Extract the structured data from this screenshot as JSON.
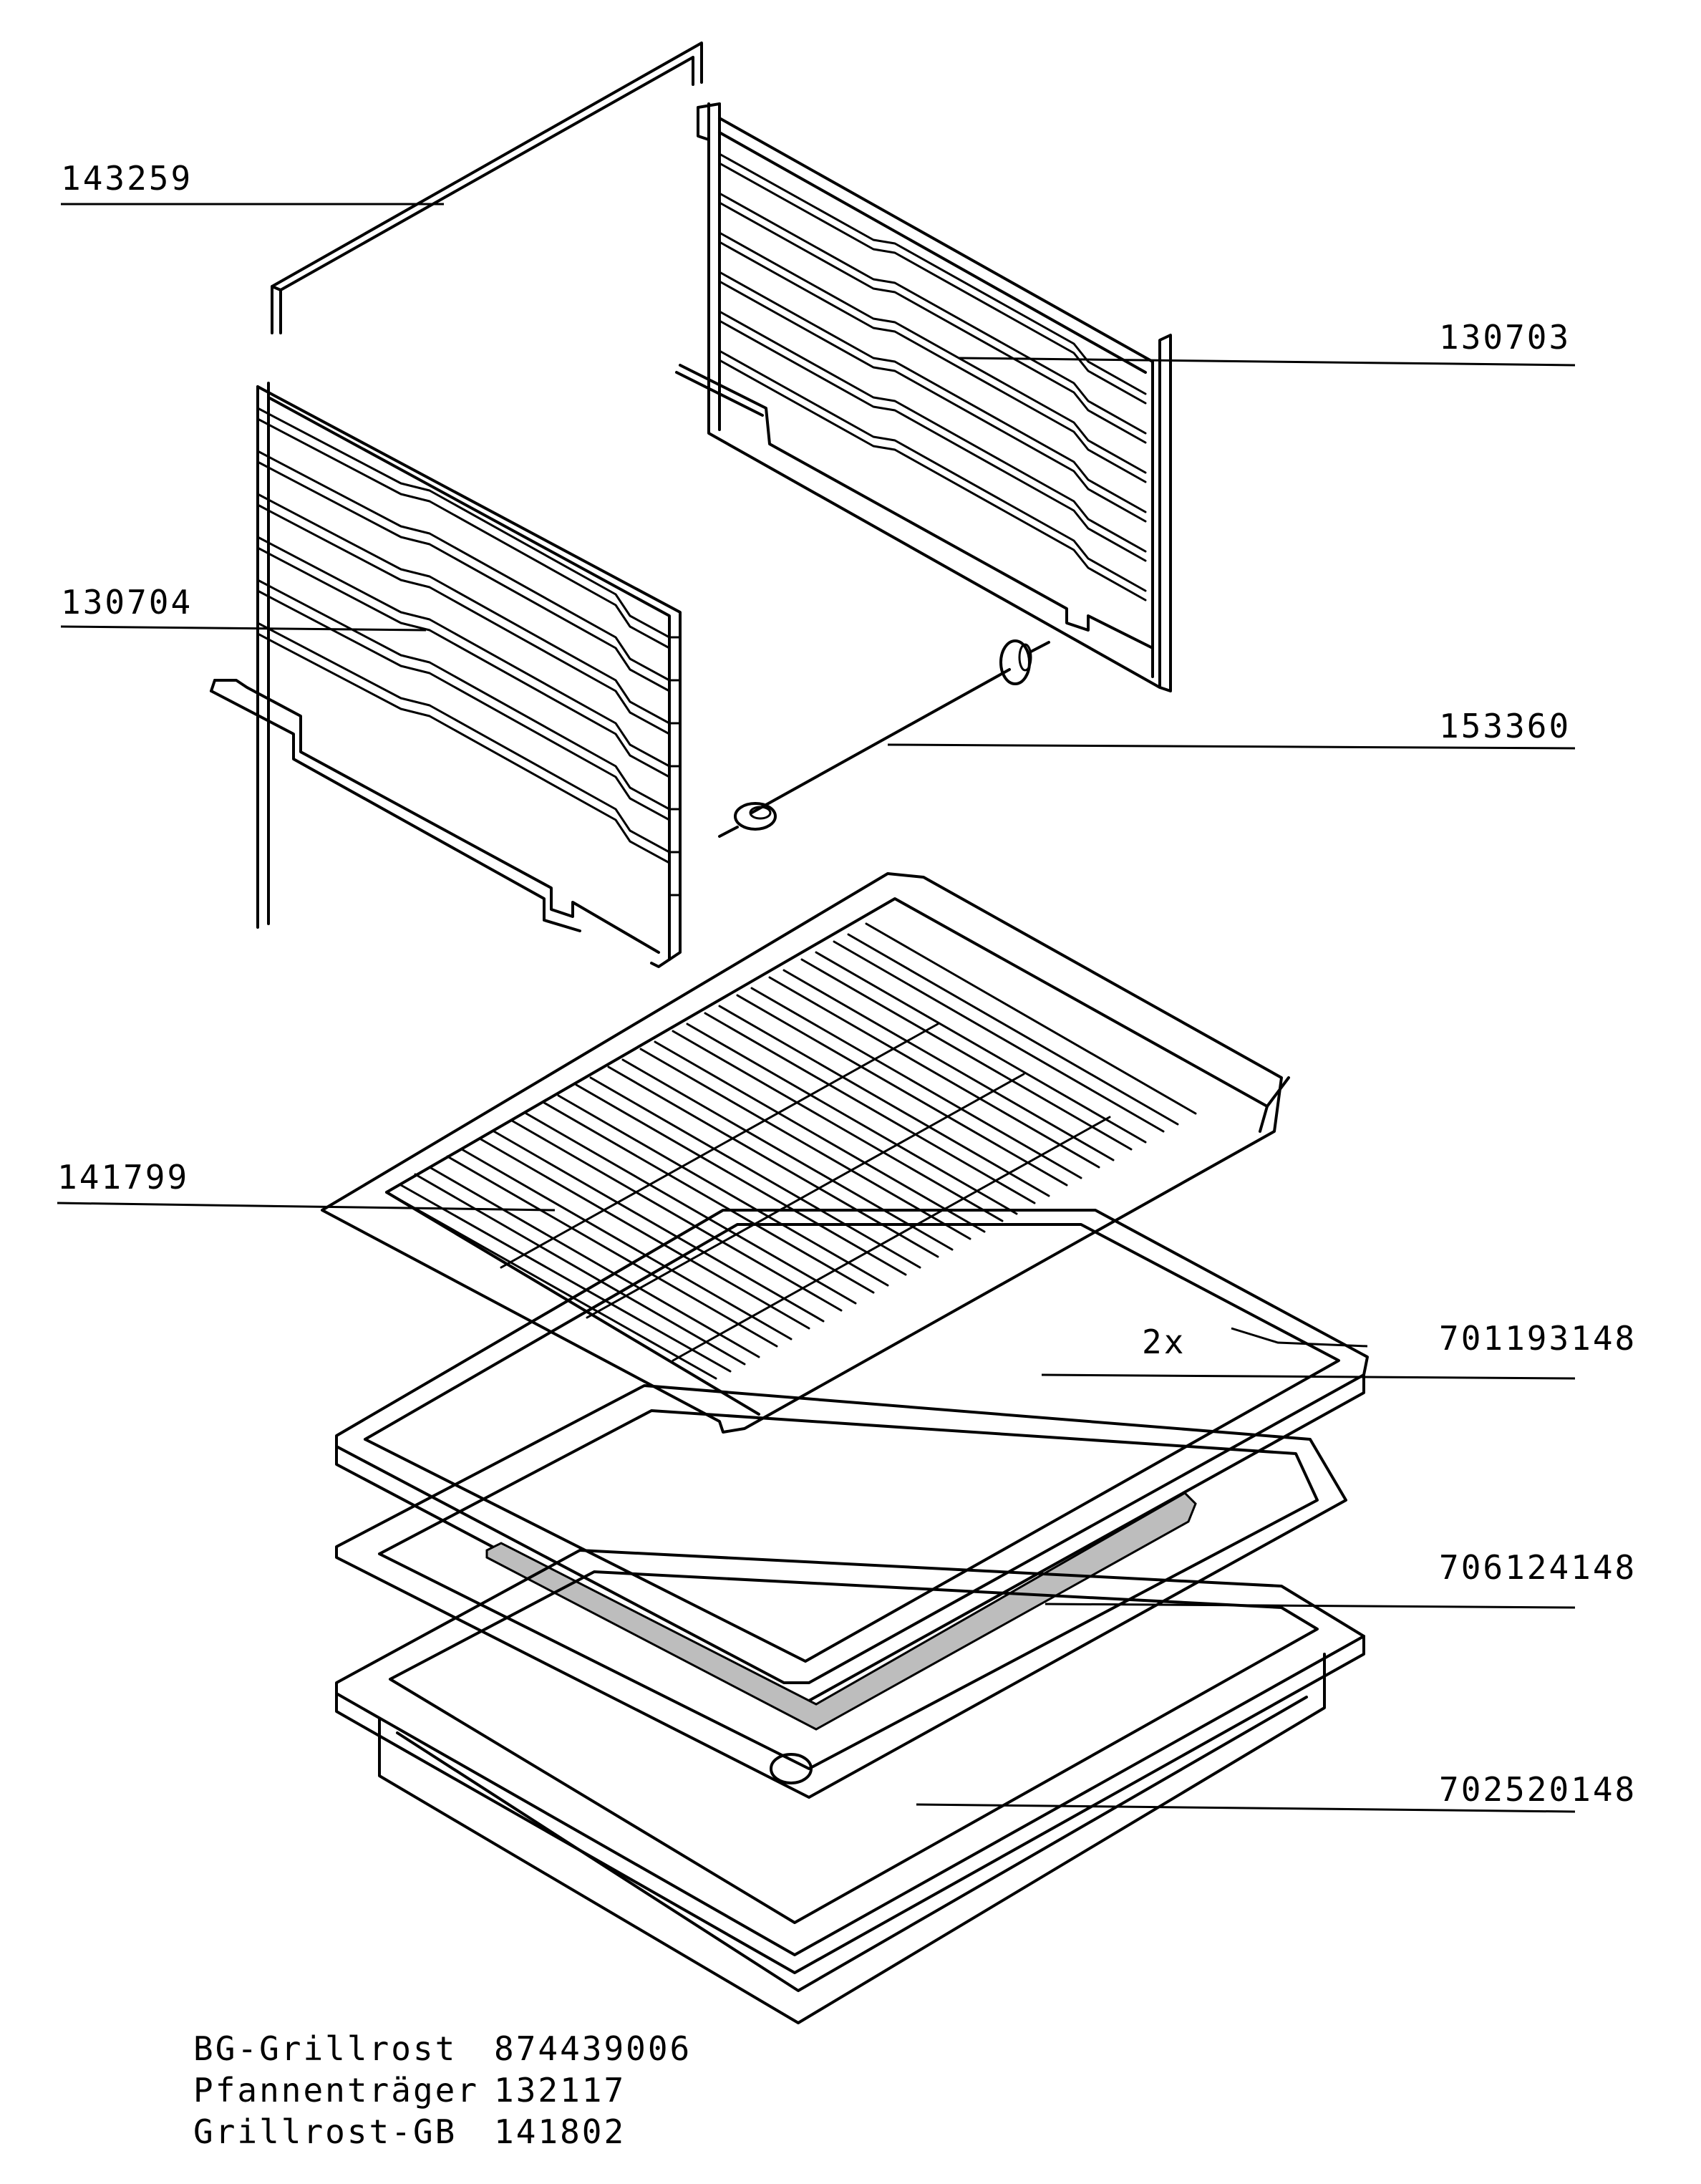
{
  "callouts": [
    {
      "id": "top-bar",
      "label": "143259"
    },
    {
      "id": "right-rack",
      "label": "130703"
    },
    {
      "id": "left-rack",
      "label": "130704"
    },
    {
      "id": "rod",
      "label": "153360"
    },
    {
      "id": "grill-grid",
      "label": "141799"
    },
    {
      "id": "tray-2x",
      "label": "701193148"
    },
    {
      "id": "tray-middle",
      "label": "706124148"
    },
    {
      "id": "pan-bottom",
      "label": "702520148"
    }
  ],
  "quantity_marker": "2x",
  "parts_list": [
    {
      "name": "BG-Grillrost",
      "number": "874439006"
    },
    {
      "name": "Pfannenträger",
      "number": "132117"
    },
    {
      "name": "Grillrost-GB",
      "number": "141802"
    }
  ]
}
